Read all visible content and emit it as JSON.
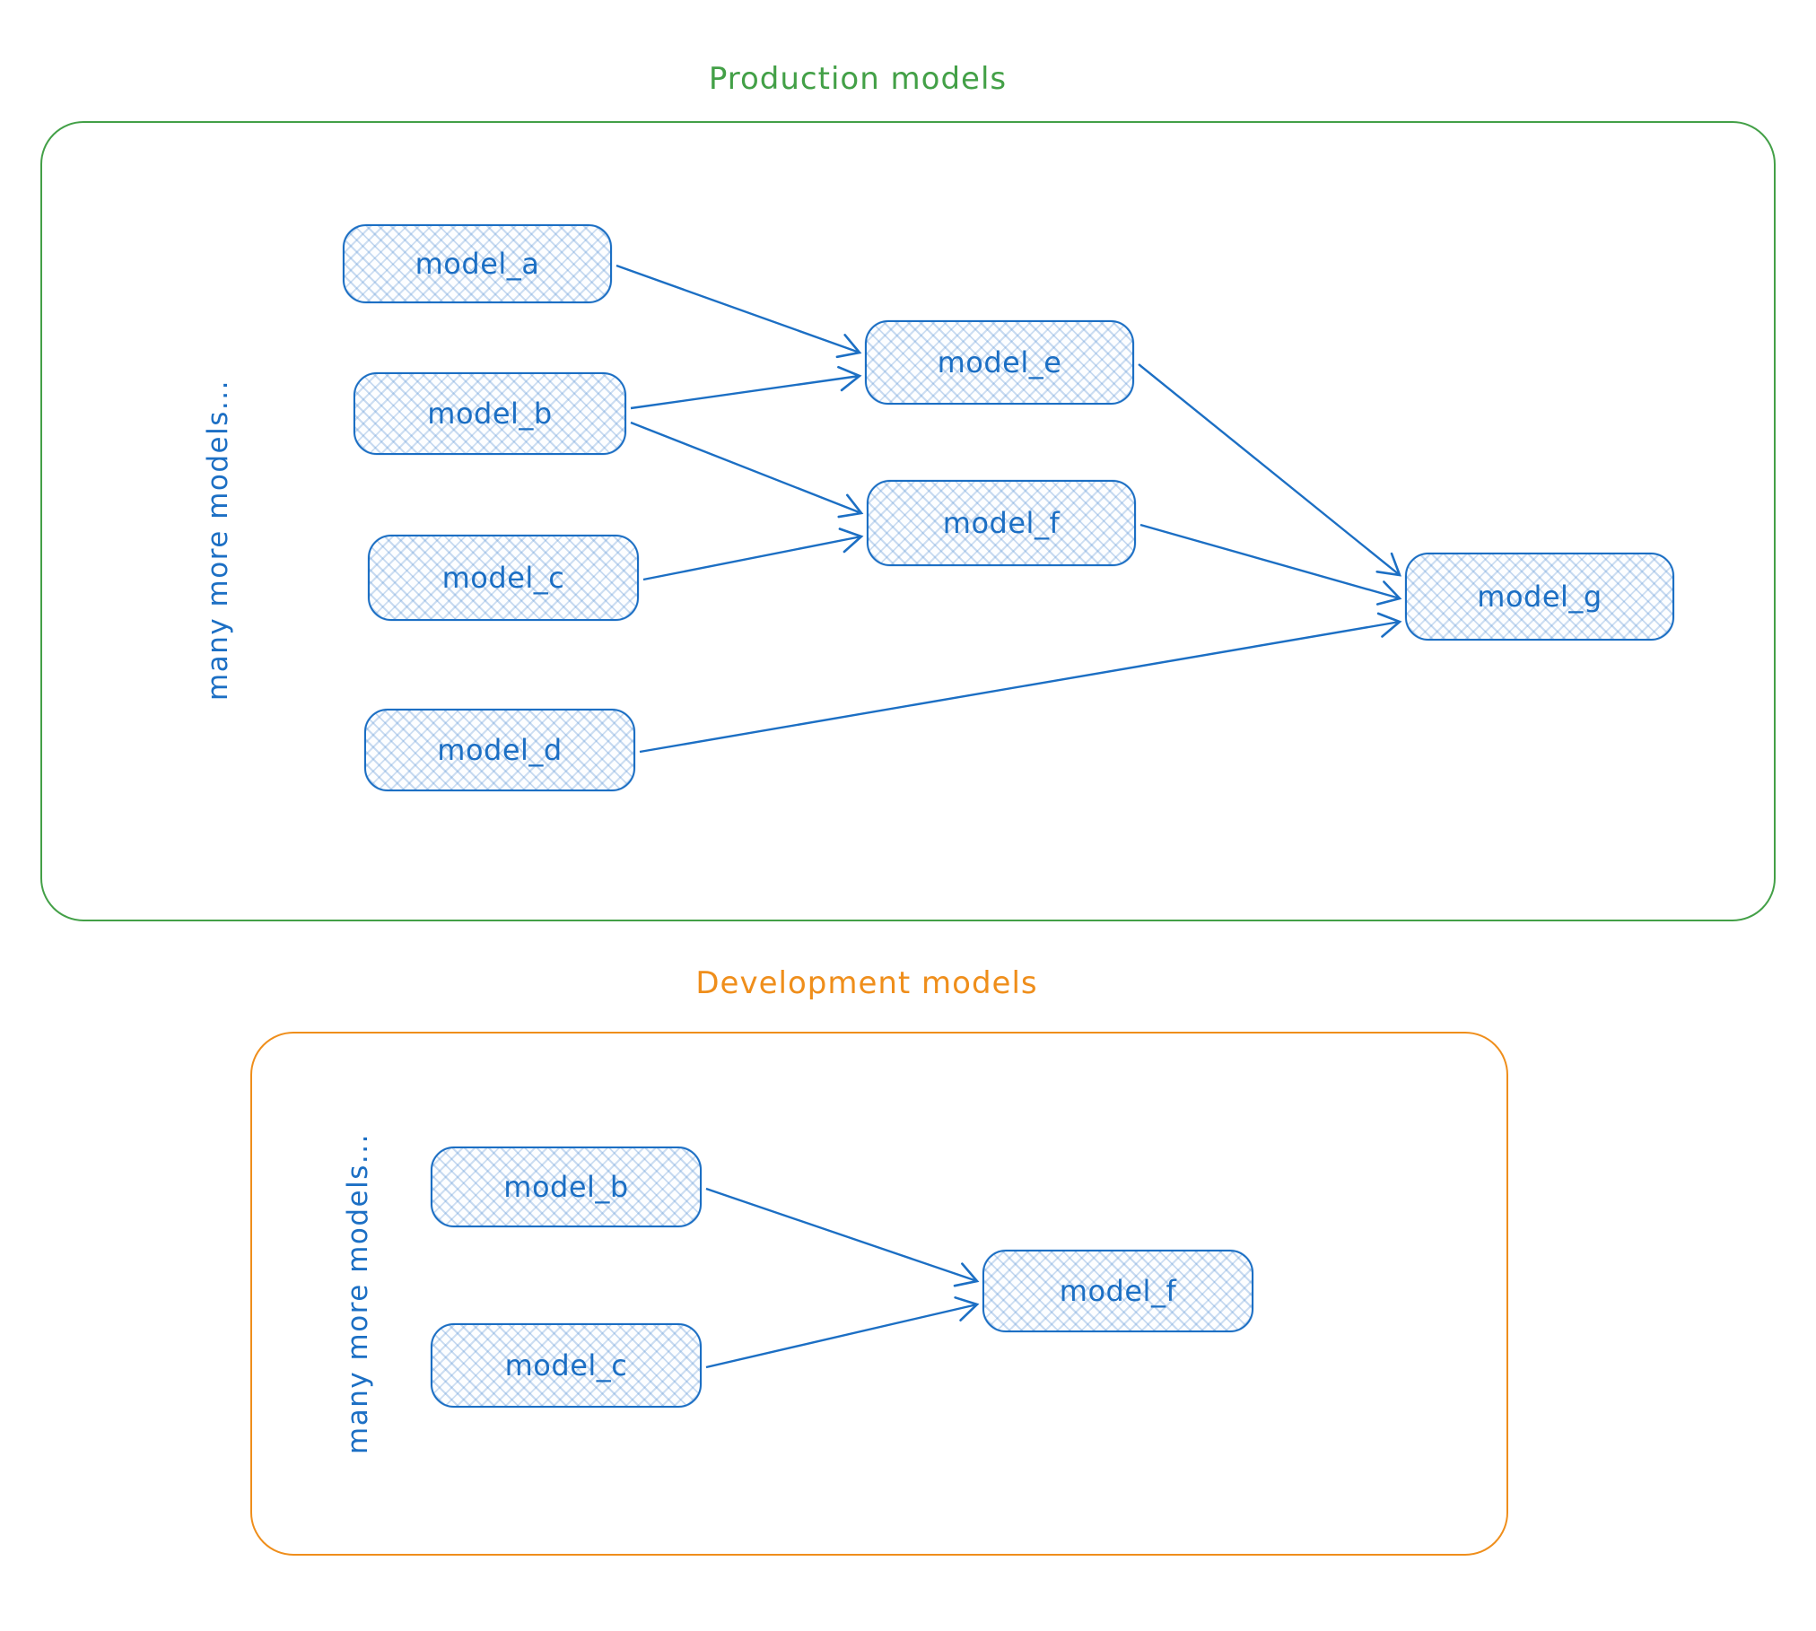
{
  "node_style": {
    "stroke": "#1c6fc4",
    "text_color": "#1c6fc4",
    "hatch_color": "#5e96d5",
    "fill_pattern": "light-blue-crosshatch"
  },
  "production": {
    "title": "Production models",
    "accent_color": "#43a047",
    "side_label": "many more models...",
    "nodes": [
      {
        "id": "model_a",
        "label": "model_a"
      },
      {
        "id": "model_b",
        "label": "model_b"
      },
      {
        "id": "model_c",
        "label": "model_c"
      },
      {
        "id": "model_d",
        "label": "model_d"
      },
      {
        "id": "model_e",
        "label": "model_e"
      },
      {
        "id": "model_f",
        "label": "model_f"
      },
      {
        "id": "model_g",
        "label": "model_g"
      }
    ],
    "edges": [
      {
        "from": "model_a",
        "to": "model_e"
      },
      {
        "from": "model_b",
        "to": "model_e"
      },
      {
        "from": "model_b",
        "to": "model_f"
      },
      {
        "from": "model_c",
        "to": "model_f"
      },
      {
        "from": "model_e",
        "to": "model_g"
      },
      {
        "from": "model_f",
        "to": "model_g"
      },
      {
        "from": "model_d",
        "to": "model_g"
      }
    ]
  },
  "development": {
    "title": "Development models",
    "accent_color": "#ef8e1b",
    "side_label": "many more models...",
    "nodes": [
      {
        "id": "model_b",
        "label": "model_b"
      },
      {
        "id": "model_c",
        "label": "model_c"
      },
      {
        "id": "model_f",
        "label": "model_f"
      }
    ],
    "edges": [
      {
        "from": "model_b",
        "to": "model_f"
      },
      {
        "from": "model_c",
        "to": "model_f"
      }
    ]
  }
}
